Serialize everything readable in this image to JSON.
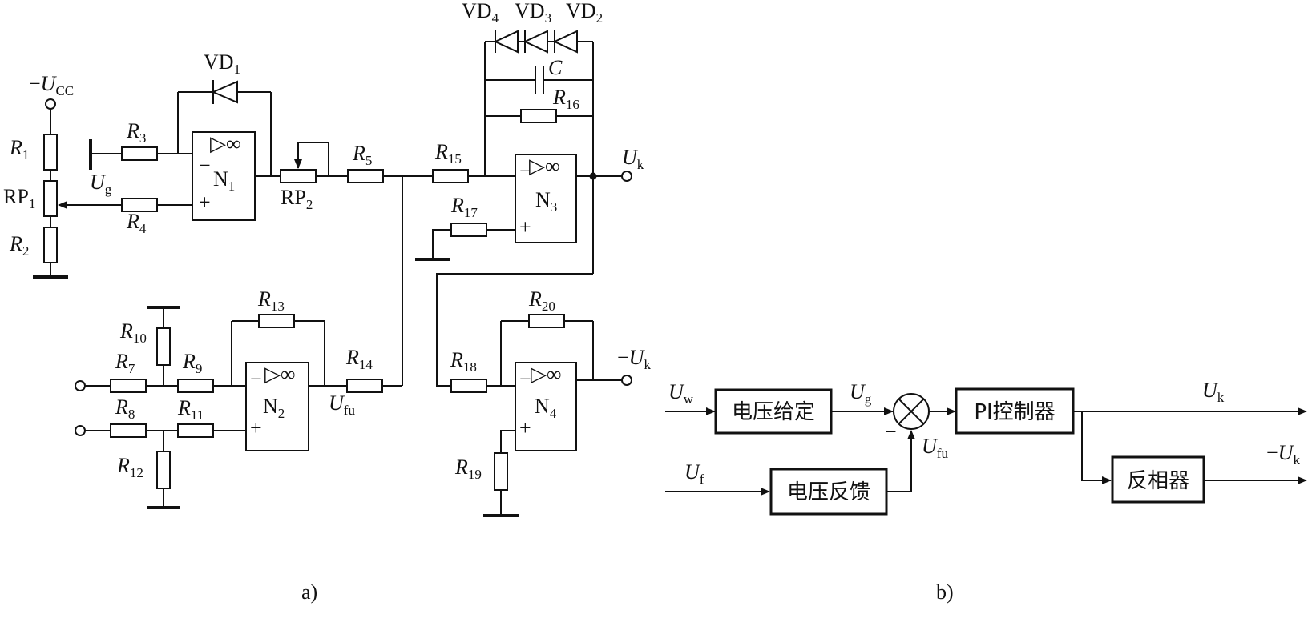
{
  "circuit_a": {
    "caption": "a)",
    "supply": {
      "sign": "−",
      "var": "U",
      "sub": "CC"
    },
    "ug": {
      "var": "U",
      "sub": "g"
    },
    "ufu": {
      "var": "U",
      "sub": "fu"
    },
    "uk": {
      "var": "U",
      "sub": "k"
    },
    "neg_uk": {
      "sign": "−",
      "var": "U",
      "sub": "k"
    },
    "opamp_symbol": "▷∞",
    "minus": "−",
    "plus": "+",
    "opamps": [
      {
        "id": "n1",
        "name": "N",
        "sub": "1"
      },
      {
        "id": "n2",
        "name": "N",
        "sub": "2"
      },
      {
        "id": "n3",
        "name": "N",
        "sub": "3"
      },
      {
        "id": "n4",
        "name": "N",
        "sub": "4"
      }
    ],
    "resistors": [
      {
        "id": "r1",
        "name": "R",
        "sub": "1"
      },
      {
        "id": "r2",
        "name": "R",
        "sub": "2"
      },
      {
        "id": "r3",
        "name": "R",
        "sub": "3"
      },
      {
        "id": "r4",
        "name": "R",
        "sub": "4"
      },
      {
        "id": "r5",
        "name": "R",
        "sub": "5"
      },
      {
        "id": "r7",
        "name": "R",
        "sub": "7"
      },
      {
        "id": "r8",
        "name": "R",
        "sub": "8"
      },
      {
        "id": "r9",
        "name": "R",
        "sub": "9"
      },
      {
        "id": "r10",
        "name": "R",
        "sub": "10"
      },
      {
        "id": "r11",
        "name": "R",
        "sub": "11"
      },
      {
        "id": "r12",
        "name": "R",
        "sub": "12"
      },
      {
        "id": "r13",
        "name": "R",
        "sub": "13"
      },
      {
        "id": "r14",
        "name": "R",
        "sub": "14"
      },
      {
        "id": "r15",
        "name": "R",
        "sub": "15"
      },
      {
        "id": "r16",
        "name": "R",
        "sub": "16"
      },
      {
        "id": "r17",
        "name": "R",
        "sub": "17"
      },
      {
        "id": "r18",
        "name": "R",
        "sub": "18"
      },
      {
        "id": "r19",
        "name": "R",
        "sub": "19"
      },
      {
        "id": "r20",
        "name": "R",
        "sub": "20"
      }
    ],
    "pots": [
      {
        "id": "rp1",
        "name": "RP",
        "sub": "1"
      },
      {
        "id": "rp2",
        "name": "RP",
        "sub": "2"
      }
    ],
    "diodes": [
      {
        "id": "vd1",
        "name": "VD",
        "sub": "1"
      },
      {
        "id": "vd2",
        "name": "VD",
        "sub": "2"
      },
      {
        "id": "vd3",
        "name": "VD",
        "sub": "3"
      },
      {
        "id": "vd4",
        "name": "VD",
        "sub": "4"
      }
    ],
    "capacitor": "C"
  },
  "diagram_b": {
    "caption": "b)",
    "blocks": {
      "voltage_setpoint": "电压给定",
      "pi_controller": "PI控制器",
      "voltage_feedback": "电压反馈",
      "inverter": "反相器"
    },
    "signals": {
      "uw": {
        "var": "U",
        "sub": "w"
      },
      "ug": {
        "var": "U",
        "sub": "g"
      },
      "ufu": {
        "var": "U",
        "sub": "fu"
      },
      "uf": {
        "var": "U",
        "sub": "f"
      },
      "uk": {
        "var": "U",
        "sub": "k"
      },
      "neg_uk": {
        "sign": "−",
        "var": "U",
        "sub": "k"
      }
    },
    "minus_sign": "−"
  }
}
